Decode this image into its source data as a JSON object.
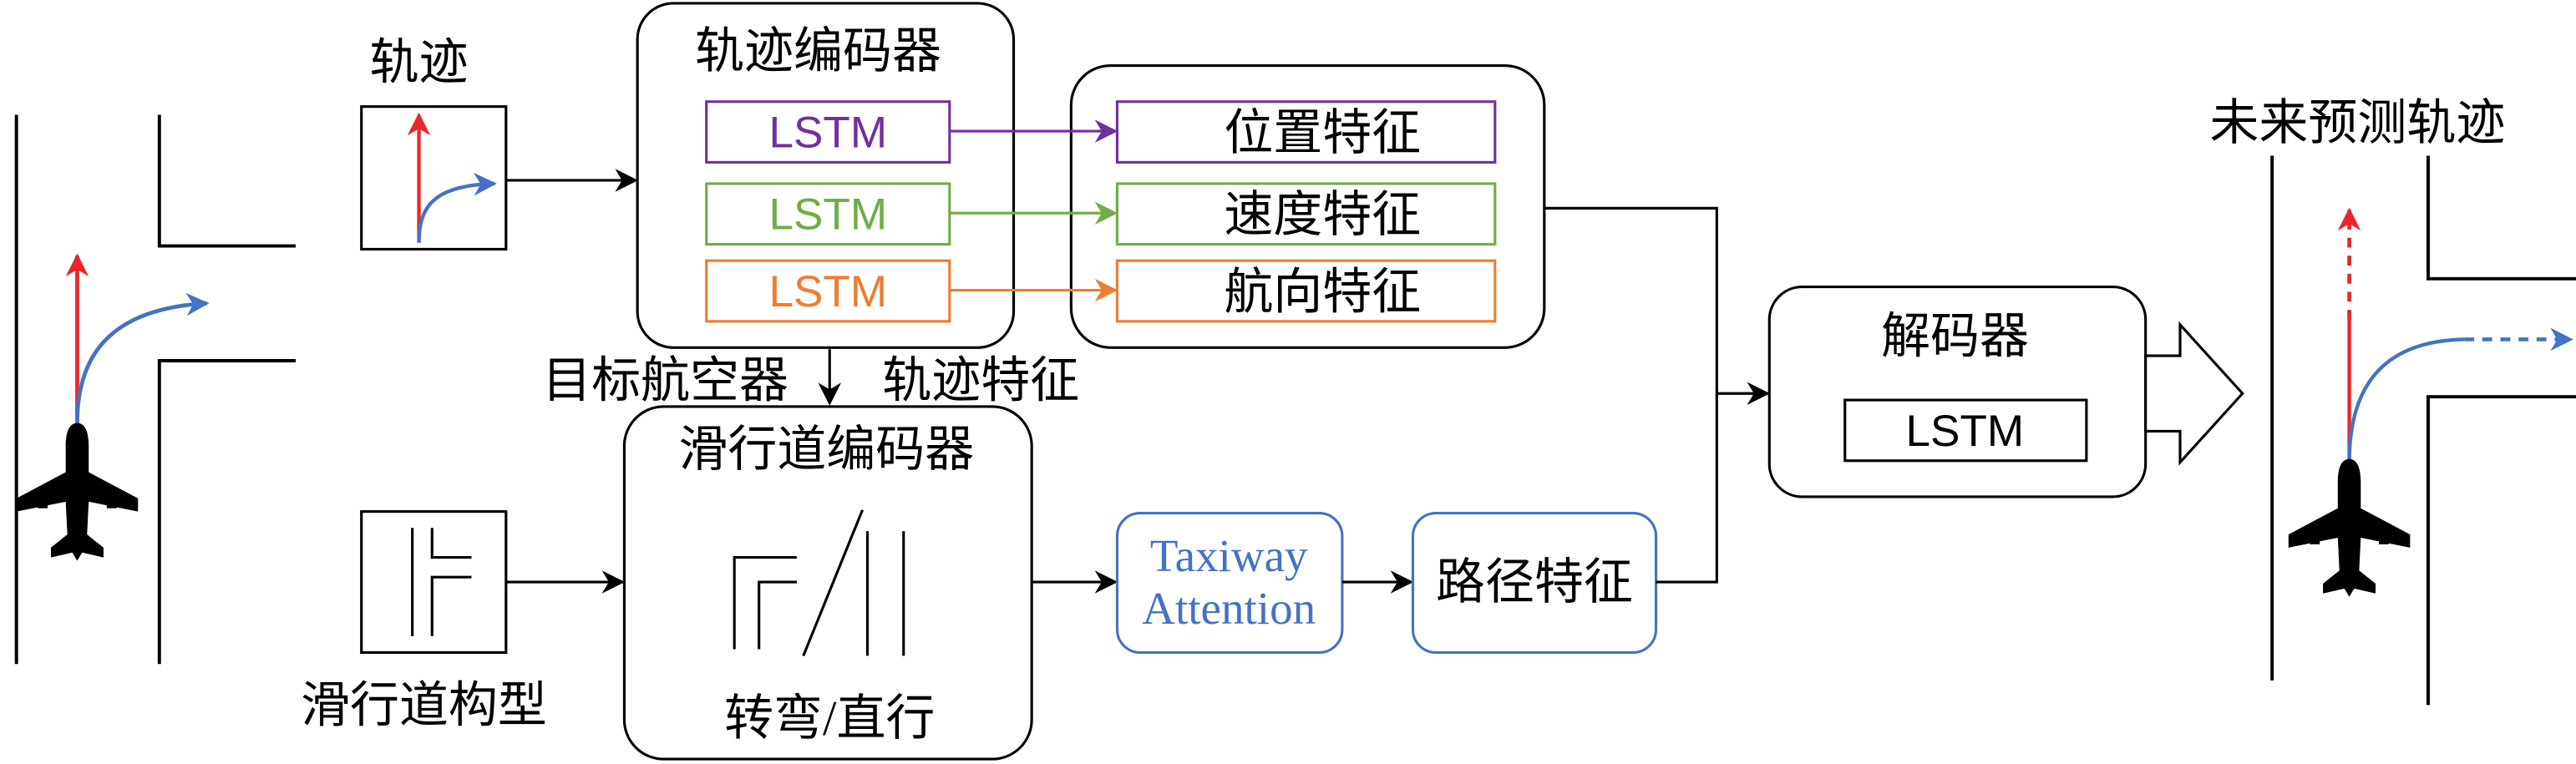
{
  "trajectory": {
    "label": "轨迹"
  },
  "trajectory_encoder": {
    "title": "轨迹编码器",
    "lstms": [
      {
        "label": "LSTM",
        "color": "#7030A0"
      },
      {
        "label": "LSTM",
        "color": "#70AD47"
      },
      {
        "label": "LSTM",
        "color": "#ED7D31"
      }
    ]
  },
  "trajectory_features": {
    "items": [
      {
        "label": "位置特征",
        "color": "#7030A0"
      },
      {
        "label": "速度特征",
        "color": "#70AD47"
      },
      {
        "label": "航向特征",
        "color": "#ED7D31"
      }
    ]
  },
  "target_aircraft_label": "目标航空器",
  "trajectory_feature_label": "轨迹特征",
  "taxiway_encoder": {
    "title": "滑行道编码器",
    "caption": "转弯/直行"
  },
  "taxiway_config": {
    "label": "滑行道构型"
  },
  "taxiway_attention": {
    "line1": "Taxiway",
    "line2": "Attention",
    "color": "#4472C4"
  },
  "path_feature": {
    "label": "路径特征",
    "border_color": "#4472C4"
  },
  "decoder": {
    "title": "解码器",
    "lstm": "LSTM"
  },
  "future_trajectory": {
    "label": "未来预测轨迹"
  },
  "colors": {
    "straight_arrow": "#E8262B",
    "turn_arrow": "#4472C4",
    "line": "#000000"
  },
  "icons": {
    "aircraft": "airplane-icon",
    "output_arrow": "hollow-arrow-icon"
  }
}
